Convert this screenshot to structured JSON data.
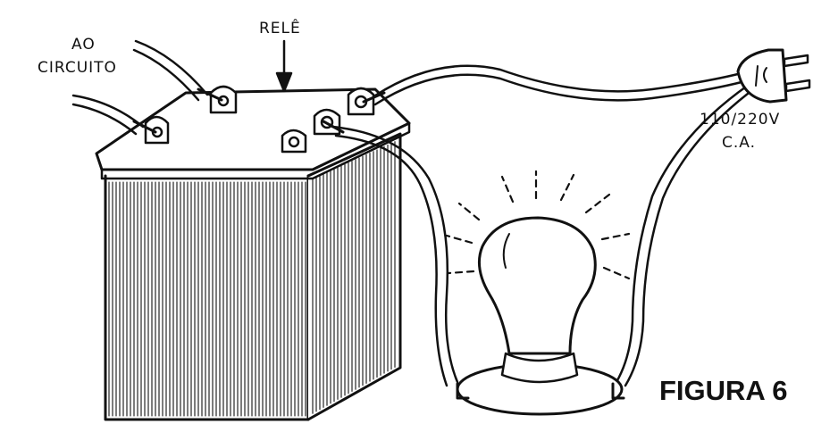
{
  "labels": {
    "ao_circuito_line1": "AO",
    "ao_circuito_line2": "CIRCUITO",
    "rele": "RELÊ",
    "voltage": "110/220V",
    "ca": "C.A.",
    "figure": "FIGURA 6"
  },
  "colors": {
    "ink": "#111111",
    "paper": "#ffffff",
    "bleed_through": "#c9c9c9"
  },
  "icons": {
    "relay": "relay-can-icon",
    "bulb": "light-bulb-icon",
    "plug": "power-plug-icon",
    "arrow": "arrow-down-icon"
  }
}
